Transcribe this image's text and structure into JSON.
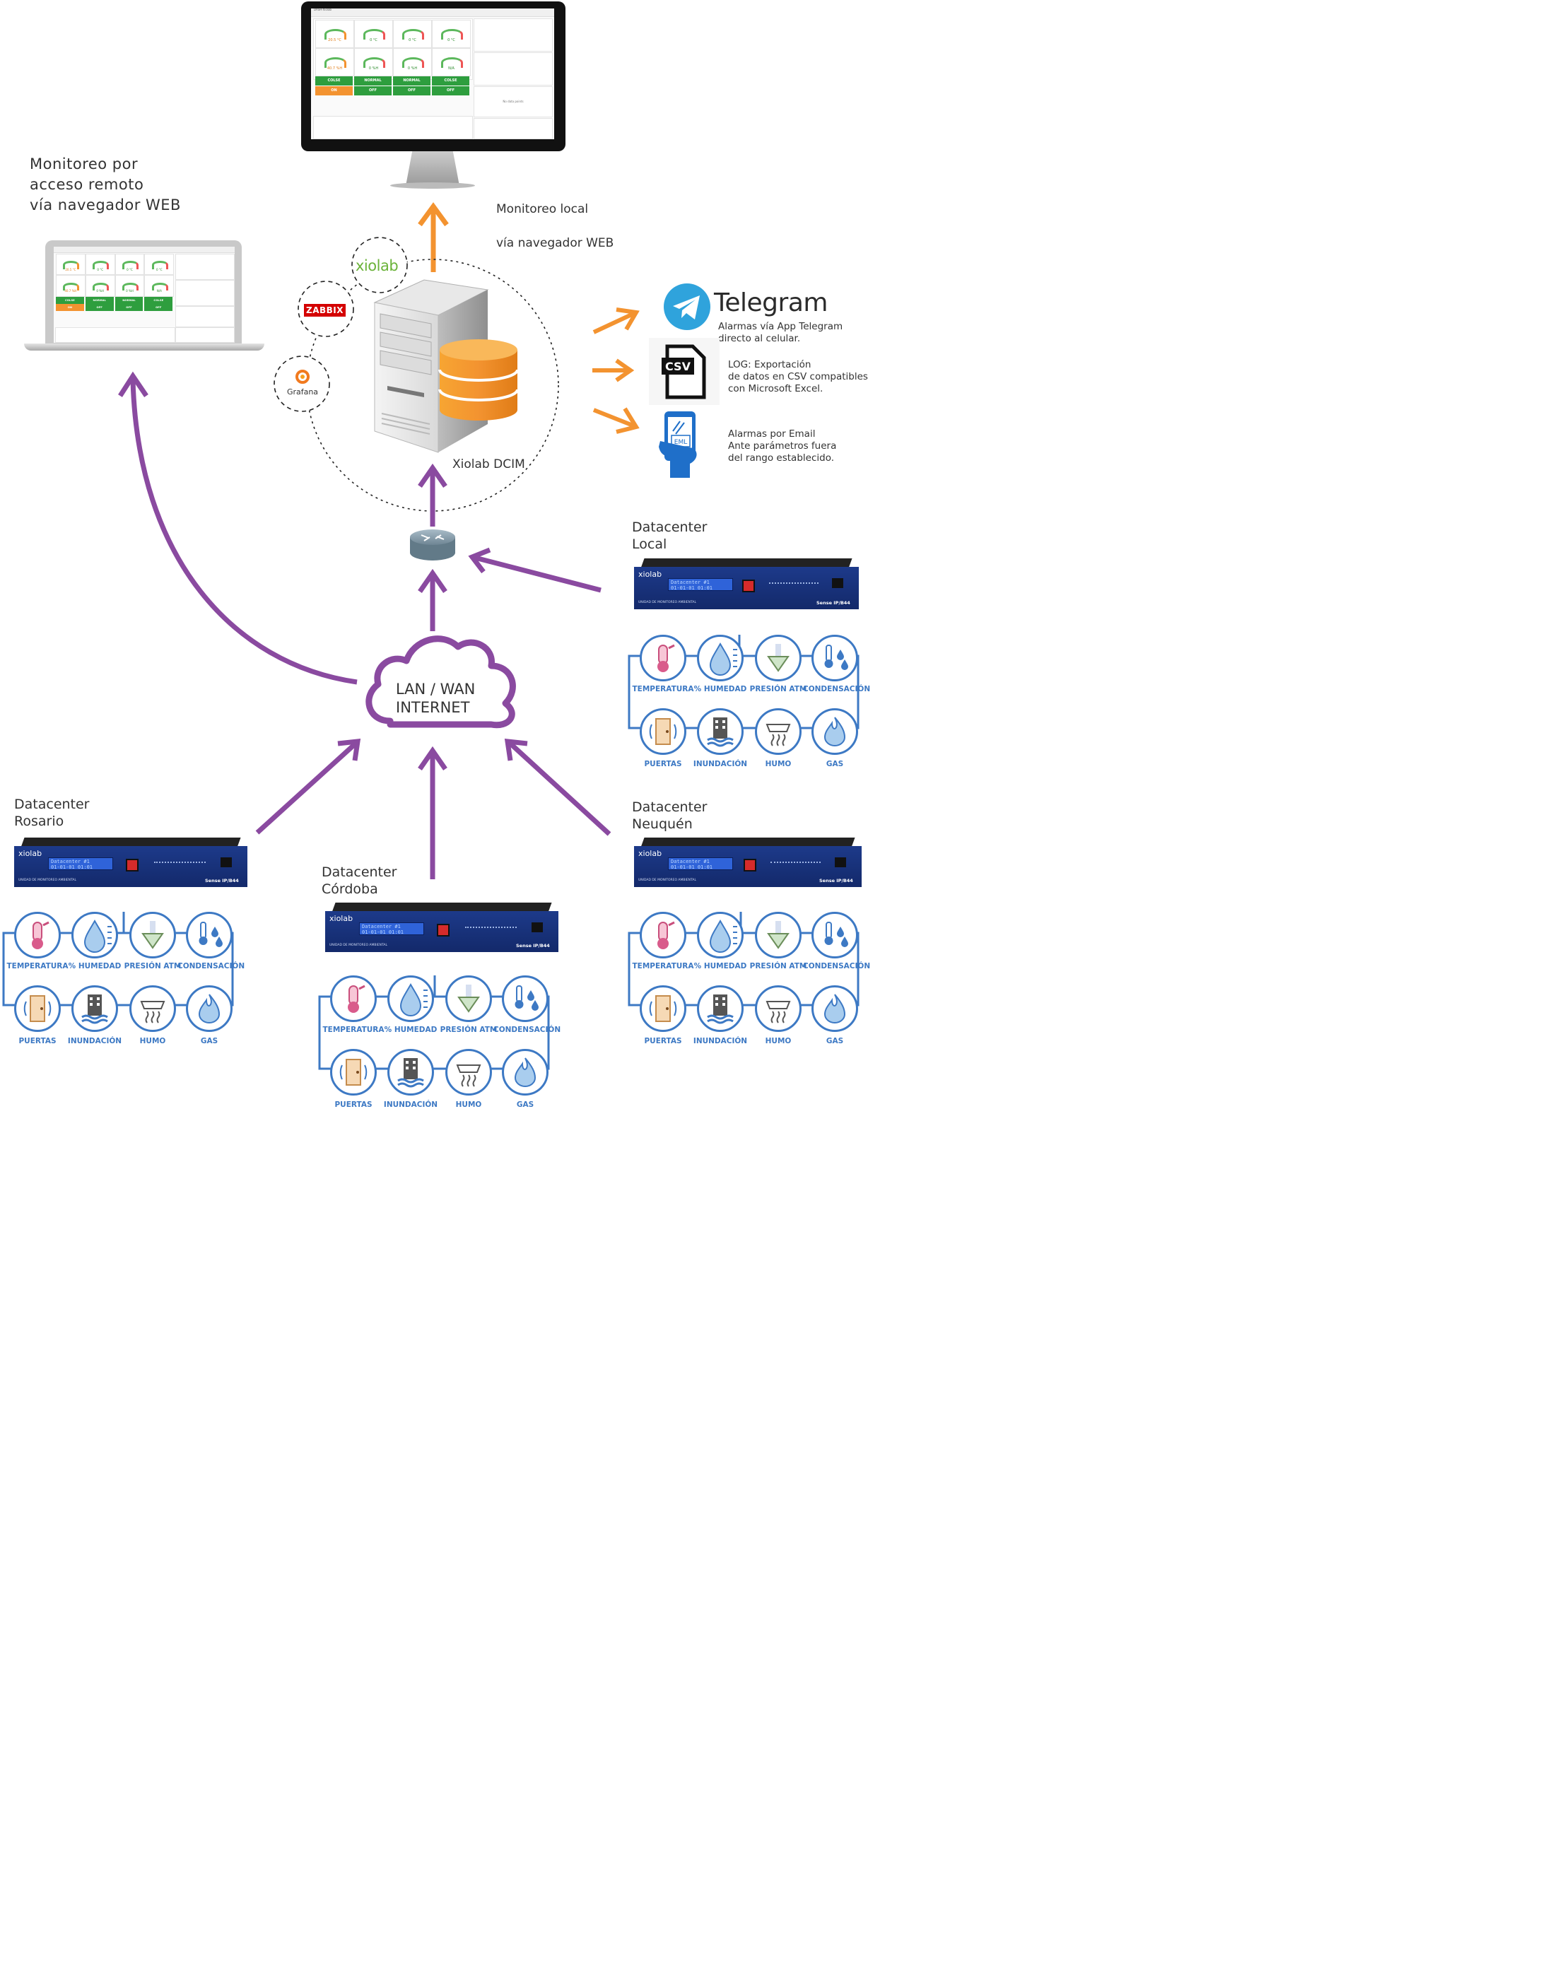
{
  "labels": {
    "remote_monitoring": [
      "Monitoreo por",
      "acceso remoto",
      "vía navegador WEB"
    ],
    "local_monitoring": [
      "Monitoreo local",
      "vía navegador WEB"
    ],
    "server": "Xiolab DCIM",
    "network": [
      "LAN / WAN",
      "INTERNET"
    ]
  },
  "logos": {
    "xiolab": "xiolab",
    "zabbix": "ZABBIX",
    "grafana": "Grafana"
  },
  "outputs": {
    "telegram": {
      "title": "Telegram",
      "text": [
        "Alarmas vía App Telegram",
        "directo al celular."
      ]
    },
    "csv": {
      "icon_text": "CSV",
      "text": [
        "LOG: Exportación",
        "de datos en CSV compatibles",
        "con Microsoft Excel."
      ]
    },
    "email": {
      "icon_text": "EML",
      "text": [
        "Alarmas por Email",
        "Ante parámetros fuera",
        "del rango establecido."
      ]
    }
  },
  "dashboard": {
    "title": "DASH-Xiolab",
    "gauges_row1": [
      "20.5 °C",
      "0 °C",
      "0 °C",
      "0 °C"
    ],
    "gauges_row2": [
      "40.7 %H",
      "0 %H",
      "0 %H",
      "N/A"
    ],
    "status_row1": [
      "COLSE",
      "NORMAL",
      "NORMAL",
      "COLSE"
    ],
    "status_row2": [
      "ON",
      "OFF",
      "OFF",
      "OFF"
    ],
    "no_data": "No data points"
  },
  "device": {
    "brand": "xiolab",
    "lcd": [
      "Datacenter #1",
      "01-01-01   01:01"
    ],
    "model": "Sense IP/B44",
    "subtitle": "UNIDAD DE MONITOREO AMBIENTAL"
  },
  "sensors": {
    "row1": [
      "TEMPERATURA",
      "% HUMEDAD",
      "PRESIÓN ATM",
      "CONDENSACIÓN"
    ],
    "row2": [
      "PUERTAS",
      "INUNDACIÓN",
      "HUMO",
      "GAS"
    ]
  },
  "datacenters": {
    "local": [
      "Datacenter",
      "Local"
    ],
    "rosario": [
      "Datacenter",
      "Rosario"
    ],
    "cordoba": [
      "Datacenter",
      "Córdoba"
    ],
    "neuquen": [
      "Datacenter",
      "Neuquén"
    ]
  },
  "colors": {
    "purple": "#8a4aa0",
    "orange": "#f39330",
    "blue": "#3d79c4",
    "telegram": "#2fa3dc"
  }
}
